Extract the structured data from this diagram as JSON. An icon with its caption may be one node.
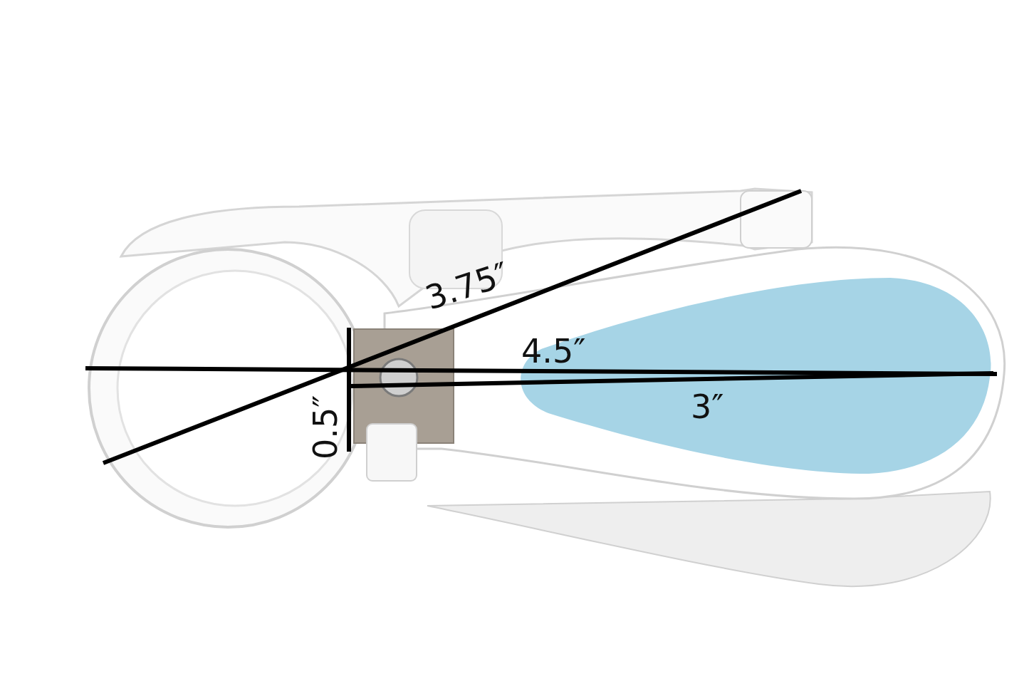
{
  "diagram": {
    "labels": [
      "3.75″",
      "4.5″",
      "3″",
      "0.5″"
    ]
  }
}
